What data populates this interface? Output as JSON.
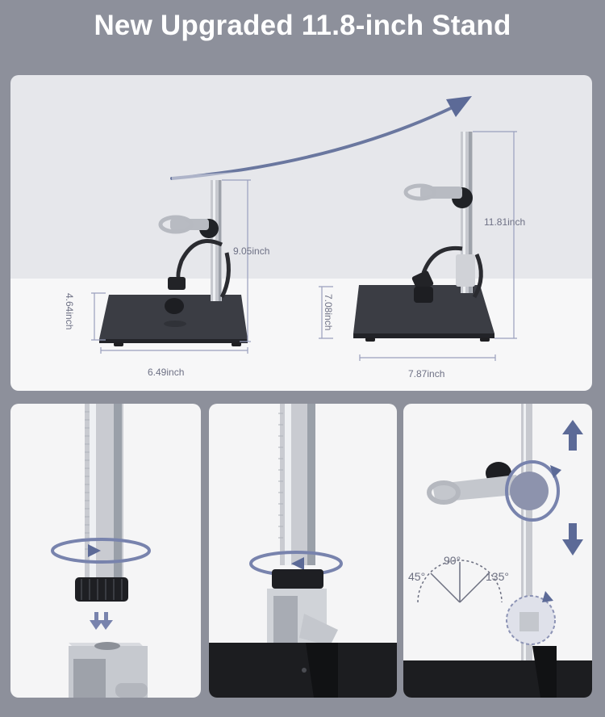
{
  "title": "New Upgraded 11.8-inch Stand",
  "small_stand": {
    "height": "9.05inch",
    "depth": "4.64inch",
    "width": "6.49inch"
  },
  "large_stand": {
    "height": "11.81inch",
    "depth": "7.08inch",
    "width": "7.87inch"
  },
  "angle_panel": {
    "angles": [
      "45°",
      "90°",
      "135°"
    ]
  },
  "colors": {
    "background": "#8d909b",
    "accent": "#5c6a97",
    "dimension_line": "#9aa0bd",
    "dimension_text": "#6e7185"
  },
  "icons": [
    "growth-arrow-icon",
    "rotate-arrow-icon",
    "press-down-arrows-icon",
    "up-arrow-icon",
    "down-arrow-icon",
    "angle-fan-icon"
  ]
}
